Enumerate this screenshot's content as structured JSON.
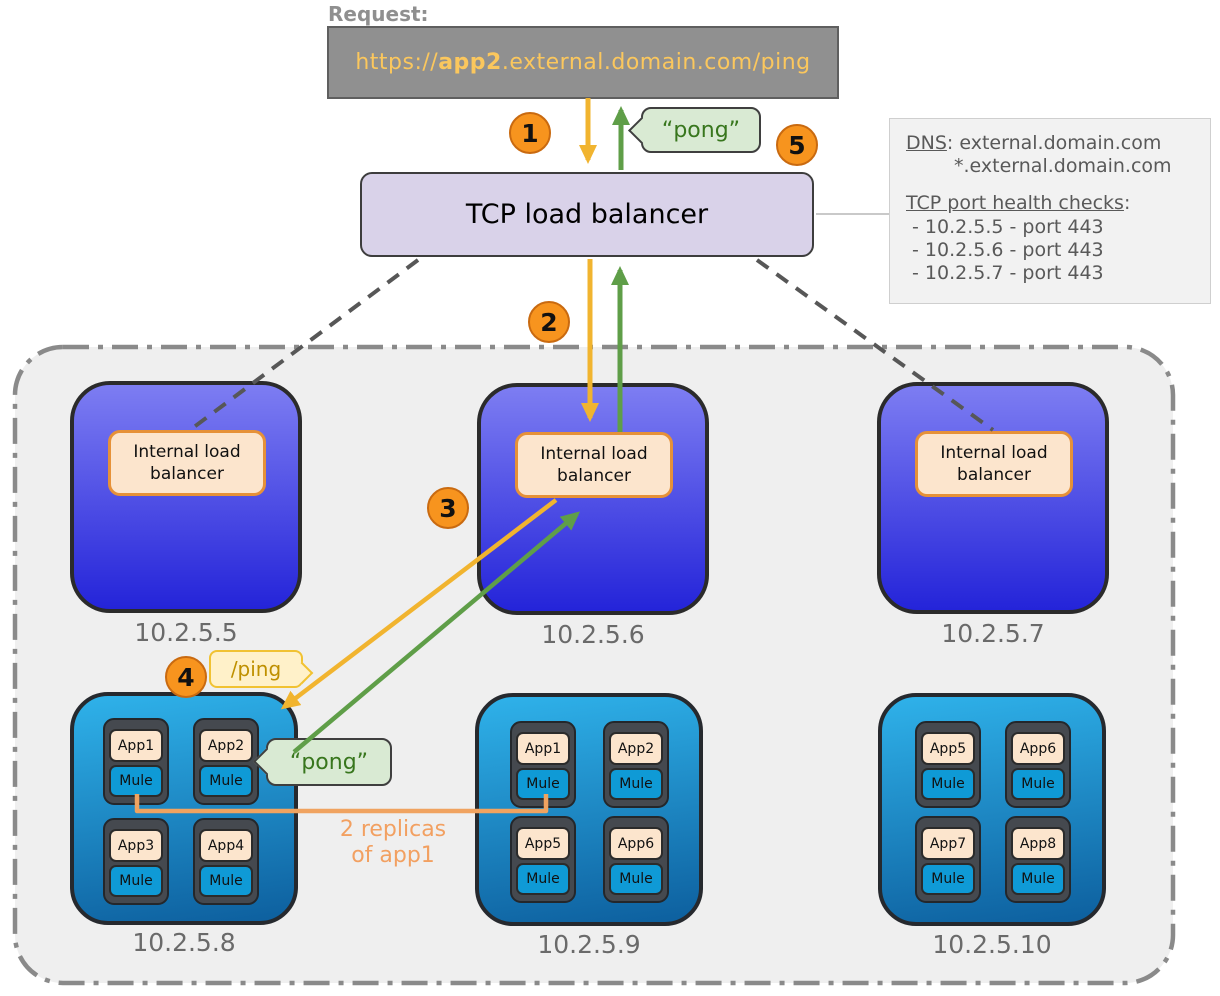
{
  "request": {
    "label": "Request:",
    "url_prefix": "https://",
    "url_bold": "app2",
    "url_rest": ".external.domain.com/ping"
  },
  "tcp_lb": {
    "label": "TCP load balancer"
  },
  "dns_box": {
    "dns_underlined": "DNS",
    "dns_rest": ": external.domain.com",
    "dns_line2": "*.external.domain.com",
    "health_underlined": "TCP port health checks",
    "health_rest": ":",
    "checks": [
      "- 10.2.5.5 - port 443",
      "- 10.2.5.6 - port 443",
      "- 10.2.5.7 - port 443"
    ]
  },
  "steps": [
    "1",
    "2",
    "3",
    "4",
    "5"
  ],
  "bubbles": {
    "pong_top": "“pong”",
    "pong_app": "“pong”",
    "ping": "/ping"
  },
  "replicas_note": "2 replicas\nof app1",
  "ilb_nodes": [
    {
      "label": "Internal load balancer",
      "ip": "10.2.5.5"
    },
    {
      "label": "Internal load balancer",
      "ip": "10.2.5.6"
    },
    {
      "label": "Internal load balancer",
      "ip": "10.2.5.7"
    }
  ],
  "app_nodes": [
    {
      "ip": "10.2.5.8",
      "containers": [
        {
          "app": "App1",
          "runtime": "Mule"
        },
        {
          "app": "App2",
          "runtime": "Mule"
        },
        {
          "app": "App3",
          "runtime": "Mule"
        },
        {
          "app": "App4",
          "runtime": "Mule"
        }
      ]
    },
    {
      "ip": "10.2.5.9",
      "containers": [
        {
          "app": "App1",
          "runtime": "Mule"
        },
        {
          "app": "App2",
          "runtime": "Mule"
        },
        {
          "app": "App5",
          "runtime": "Mule"
        },
        {
          "app": "App6",
          "runtime": "Mule"
        }
      ]
    },
    {
      "ip": "10.2.5.10",
      "containers": [
        {
          "app": "App5",
          "runtime": "Mule"
        },
        {
          "app": "App6",
          "runtime": "Mule"
        },
        {
          "app": "App7",
          "runtime": "Mule"
        },
        {
          "app": "App8",
          "runtime": "Mule"
        }
      ]
    }
  ],
  "colors": {
    "request_box_bg": "#909090",
    "request_url_text": "#fbc75d",
    "tcp_lb_bg": "#d9d2e9",
    "badge_orange": "#f7941e",
    "arrow_yellow": "#f1b42f",
    "arrow_green": "#5f9e48",
    "replica_line_orange": "#f0a360",
    "ilb_node_gradient_top": "#7d7df2",
    "ilb_node_gradient_bottom": "#2424d9",
    "app_node_gradient_top": "#2fb2ea",
    "app_node_gradient_bottom": "#0d5f9e",
    "label_peach": "#fce5cd",
    "mule_blue": "#0f9ad6",
    "pong_bubble_bg": "#d9ead3",
    "pong_text": "#38761d",
    "ping_bubble_bg": "#fff1c9",
    "ping_text": "#bf9000",
    "zone_bg": "#efefef"
  }
}
